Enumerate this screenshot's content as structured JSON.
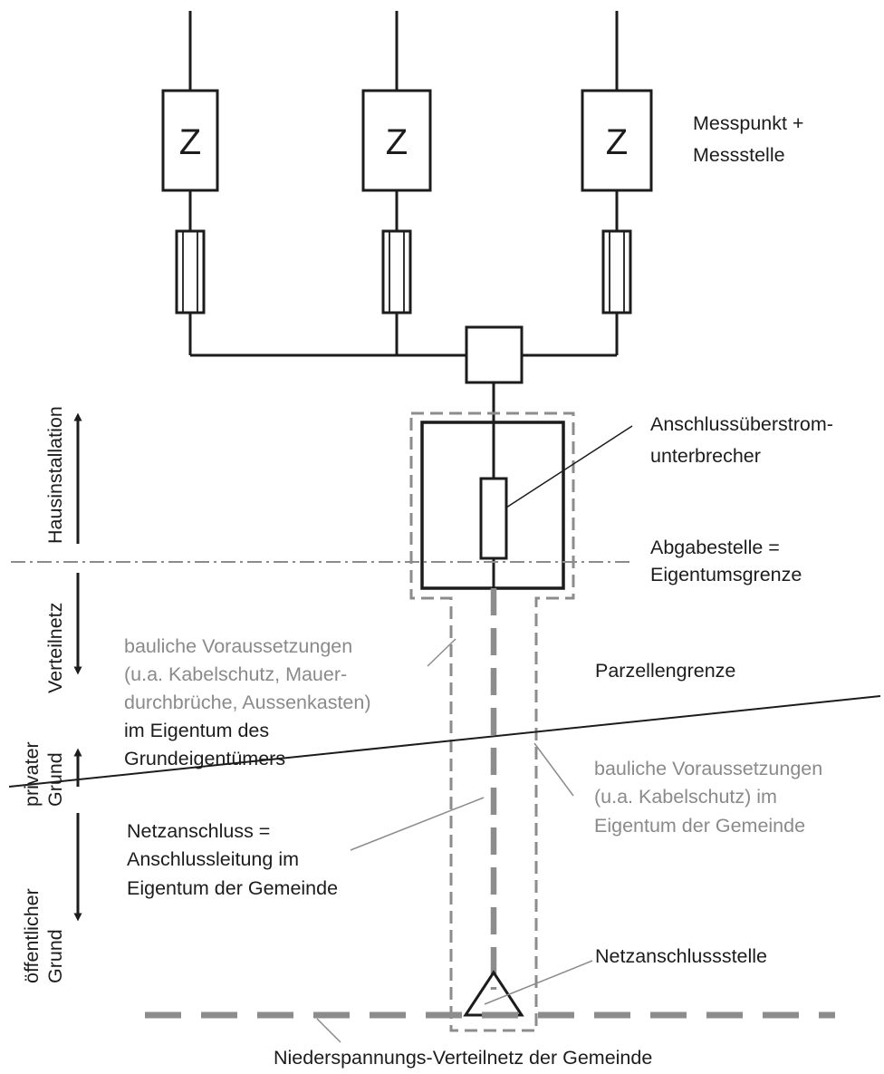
{
  "diagram": {
    "meter_symbol": "Z",
    "labels": {
      "messpunkt_line1": "Messpunkt +",
      "messpunkt_line2": "Messstelle",
      "anschluss_line1": "Anschlussüberstrom-",
      "anschluss_line2": "unterbrecher",
      "abgabe_line1": "Abgabestelle =",
      "abgabe_line2": "Eigentumsgrenze",
      "parzellen": "Parzellengrenze",
      "bauliche_privat": [
        "bauliche Voraussetzungen",
        "(u.a. Kabelschutz, Mauer-",
        "durchbrüche, Aussenkasten)",
        "im Eigentum des",
        "Grundeigentümers"
      ],
      "bauliche_gemeinde": [
        "bauliche Voraussetzungen",
        "(u.a. Kabelschutz) im",
        "Eigentum der Gemeinde"
      ],
      "netzanschluss": [
        "Netzanschluss =",
        "Anschlussleitung im",
        "Eigentum der Gemeinde"
      ],
      "netzanschlussstelle": "Netzanschlussstelle",
      "niederspannung": "Niederspannungs-Verteilnetz der Gemeinde"
    },
    "side_labels": {
      "hausinstallation": "Hausinstallation",
      "verteilnetz": "Verteilnetz",
      "privater_grund": [
        "privater",
        "Grund"
      ],
      "oeffentlicher_grund": [
        "öffentlicher",
        "Grund"
      ]
    },
    "colors": {
      "line": "#1c1c1c",
      "grey_line": "#8c8c8c",
      "grey_text": "#8a8a8a"
    }
  }
}
